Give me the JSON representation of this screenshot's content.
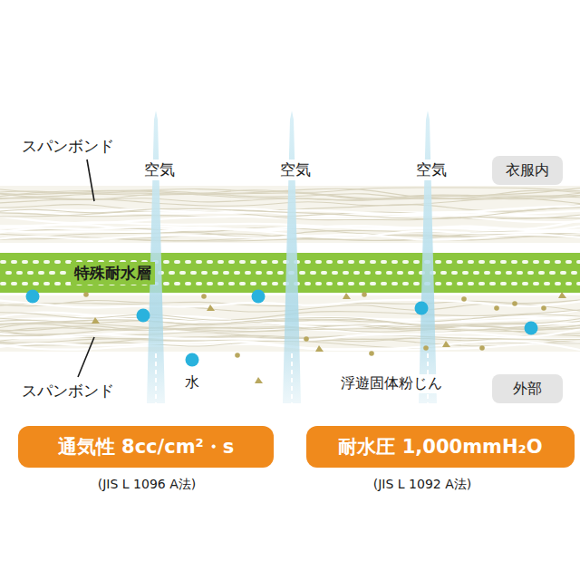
{
  "diagram": {
    "nodes": [
      {
        "text": [
          "衣服内"
        ]
      },
      {
        "text": [
          "特殊耐水層"
        ]
      },
      {
        "text": [
          "外部"
        ]
      },
      {
        "text": [
          "通気性 8cc/cm²・s"
        ]
      },
      {
        "text": [
          "耐水圧 1,000mmH₂O"
        ]
      }
    ],
    "labels": [
      "スパンボンド",
      "空気",
      "空気",
      "空気",
      "スパンボンド",
      "水",
      "浮遊固体粉じん",
      "(JIS L 1096 A法)",
      "(JIS L 1092 A法)"
    ]
  }
}
